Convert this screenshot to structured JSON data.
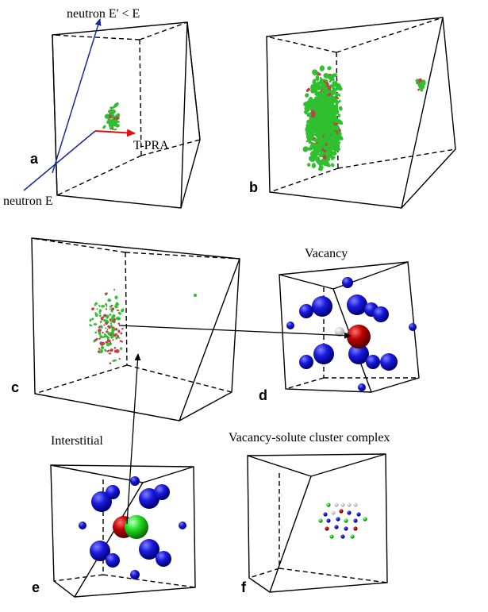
{
  "labels": {
    "neutron_out": "neutron  E' < E",
    "neutron_in": "neutron E",
    "pka": "T-PRA",
    "vacancy": "Vacancy",
    "interstitial": "Interstitial",
    "cluster": "Vacancy-solute cluster complex"
  },
  "panels": {
    "a": "a",
    "b": "b",
    "c": "c",
    "d": "d",
    "e": "e",
    "f": "f"
  },
  "colors": {
    "neutron_axis": "#1a2a9c",
    "pka_arrow": "#e01010",
    "damage_green": "#2fbf2f",
    "damage_red": "#c0404a",
    "host_atom": "#1010d8",
    "vacancy_atom": "#b00000",
    "interstitial_green": "#20e020",
    "interstitial_red": "#e01818"
  }
}
